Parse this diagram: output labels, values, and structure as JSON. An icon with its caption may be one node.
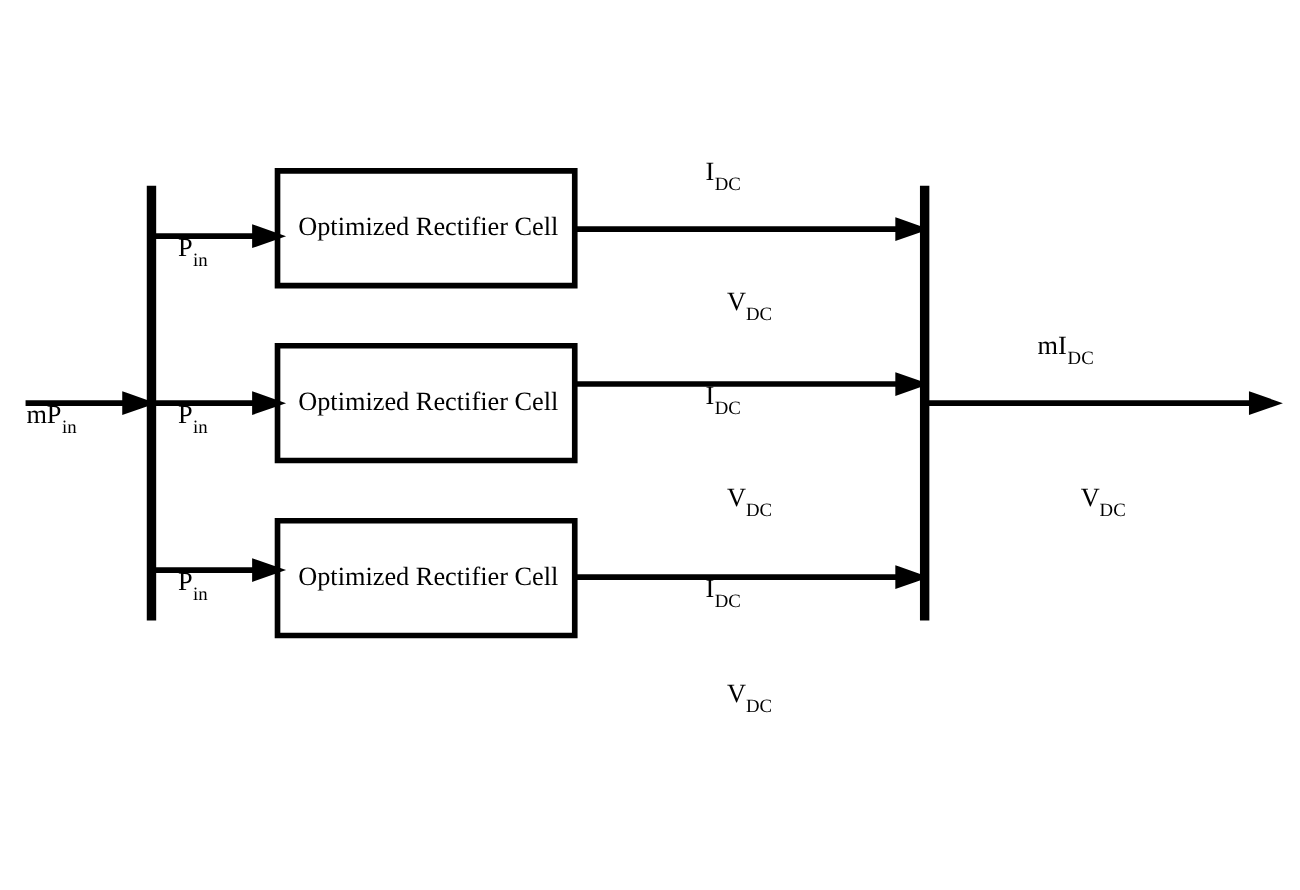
{
  "diagram": {
    "nodes": [
      {
        "text": [],
        "shape": "bar"
      },
      {
        "text": [
          "Optimized Rectifier Cell"
        ]
      },
      {
        "text": [
          "Optimized Rectifier Cell"
        ]
      },
      {
        "text": [
          "Optimized Rectifier Cell"
        ]
      },
      {
        "text": [],
        "shape": "bar"
      }
    ],
    "edges": [
      {
        "from": null,
        "to": 0,
        "arrow": "to",
        "label": "mP$_{in}$"
      },
      {
        "from": 0,
        "to": 1,
        "arrow": "to",
        "label": "P$_{in}$"
      },
      {
        "from": 0,
        "to": 2,
        "arrow": "to",
        "label": "P$_{in}$"
      },
      {
        "from": 0,
        "to": 3,
        "arrow": "to",
        "label": "P$_{in}$"
      },
      {
        "from": 1,
        "to": 4,
        "arrow": "to",
        "label": "I$_{DC}$"
      },
      {
        "from": 2,
        "to": 4,
        "arrow": "to",
        "label": "I$_{DC}$"
      },
      {
        "from": 3,
        "to": 4,
        "arrow": "to",
        "label": "I$_{DC}$"
      },
      {
        "from": 4,
        "to": null,
        "arrow": "to",
        "label": "mI$_{DC}$"
      }
    ],
    "labels": [
      "V$_{DC}$",
      "V$_{DC}$",
      "V$_{DC}$",
      "V$_{DC}$"
    ]
  }
}
